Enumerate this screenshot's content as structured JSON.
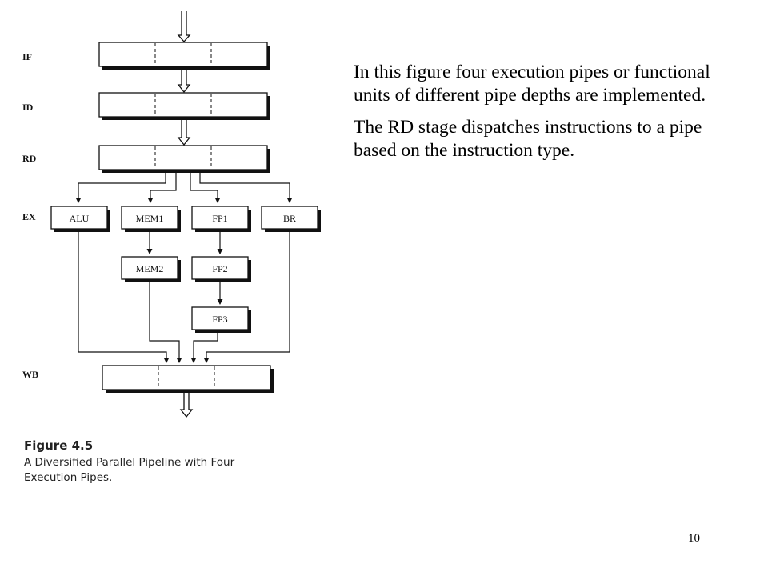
{
  "diagram": {
    "stages": {
      "if": "IF",
      "id": "ID",
      "rd": "RD",
      "ex": "EX",
      "wb": "WB"
    },
    "units": {
      "alu": "ALU",
      "mem1": "MEM1",
      "fp1": "FP1",
      "br": "BR",
      "mem2": "MEM2",
      "fp2": "FP2",
      "fp3": "FP3"
    }
  },
  "caption": {
    "title": "Figure 4.5",
    "text": "A Diversified Parallel Pipeline with Four Execution Pipes."
  },
  "description": {
    "paragraph_1": "In this figure four execution pipes or functional units of different pipe depths are implemented.",
    "paragraph_2": "The RD stage dispatches instructions to a pipe based on the instruction type."
  },
  "page_number": "10"
}
